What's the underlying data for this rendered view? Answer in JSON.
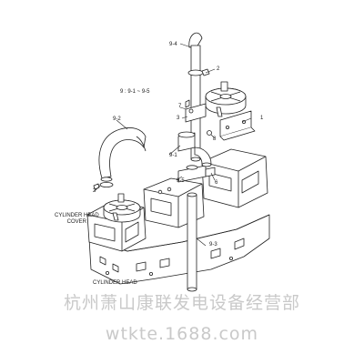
{
  "diagram": {
    "group_label": "9 : 9-1 ~ 9-5",
    "callouts": {
      "c94": "9-4",
      "c2a": "2",
      "c7": "7",
      "c3": "3",
      "c1": "1",
      "c8": "8",
      "c92": "9-2",
      "c91": "9-1",
      "c9_5": "9-5",
      "c6": "6",
      "c2b": "2",
      "c93": "9-3"
    },
    "labels": {
      "cover_line1": "CYLINDER HEAD",
      "cover_line2": "COVER",
      "head": "CYLINDER HEAD"
    }
  },
  "watermark": {
    "line1": "杭州萧山康联发电设备经营部",
    "line2": "wtkte.1688.com"
  },
  "colors": {
    "line": "#222222",
    "watermark": "#c9c9c9",
    "background": "#ffffff"
  }
}
